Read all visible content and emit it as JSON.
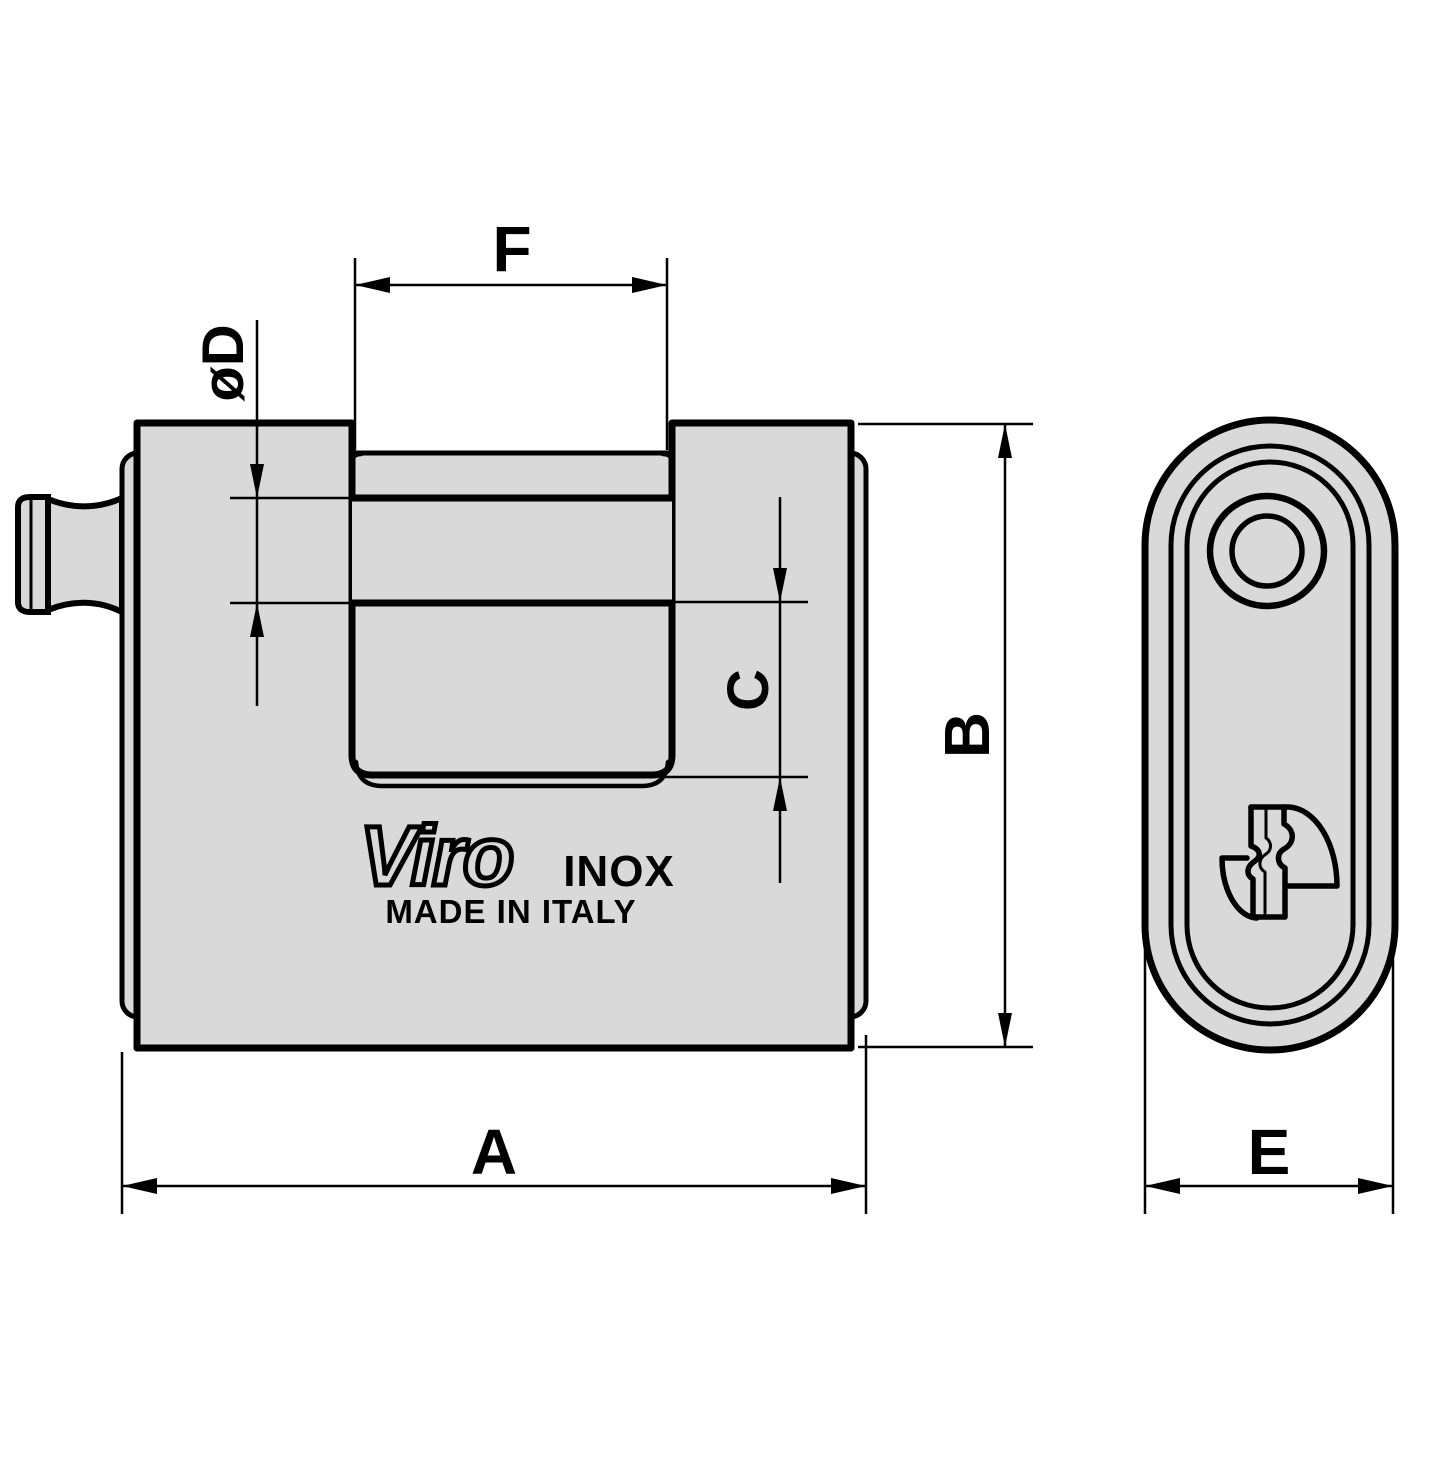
{
  "colors": {
    "background": "#ffffff",
    "body_fill": "#d9d9d9",
    "line": "#000000"
  },
  "branding": {
    "logo_text": "Viro",
    "material_text": "INOX",
    "origin_text": "MADE IN ITALY"
  },
  "dimension_labels": {
    "body_width": "A",
    "body_height": "B",
    "shackle_clearance": "C",
    "shackle_diameter": "øD",
    "body_depth": "E",
    "opening_width": "F"
  }
}
